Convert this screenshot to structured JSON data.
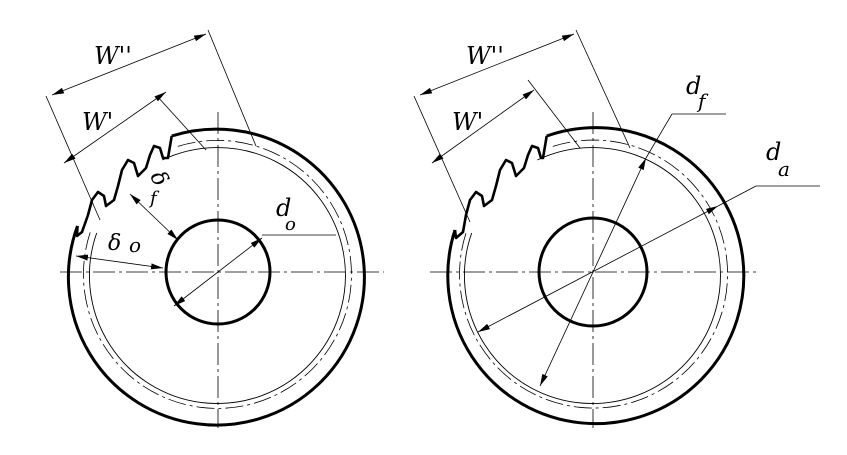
{
  "left_drawing": {
    "labels": {
      "w_double_prime": "W''",
      "w_prime": "W'",
      "delta_f_symbol": "δ",
      "delta_f_subscript": "f",
      "delta_o_symbol": "δ",
      "delta_o_subscript": "o",
      "d_o_symbol": "d",
      "d_o_subscript": "o"
    }
  },
  "right_drawing": {
    "labels": {
      "w_double_prime": "W''",
      "w_prime": "W'",
      "d_f_symbol": "d",
      "d_f_subscript": "f",
      "d_a_symbol": "d",
      "d_a_subscript": "a"
    }
  },
  "colors": {
    "line": "#000000",
    "background": "#ffffff"
  }
}
